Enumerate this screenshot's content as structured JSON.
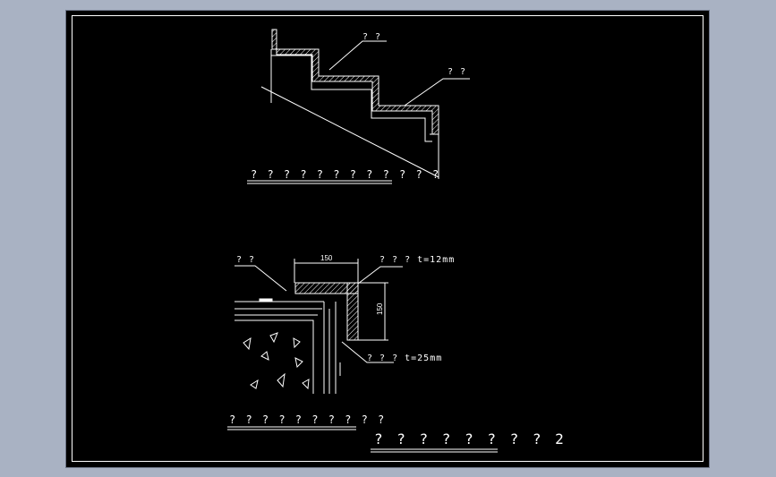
{
  "drawing": {
    "stair_detail": {
      "callout_1": "? ?",
      "callout_2": "? ?",
      "title": "? ? ? ? ? ? ? ? ? ? ? ?"
    },
    "corner_detail": {
      "callout_left": "? ?",
      "callout_top_right": "? ? ? t=12mm",
      "callout_bottom_right": "? ? ? t=25mm",
      "dim_horizontal": "150",
      "dim_vertical": "150",
      "title": "? ? ? ? ? ? ? ? ? ?"
    },
    "sheet_title": "? ? ? ? ? ? ? ? 2"
  },
  "colors": {
    "background": "#000000",
    "linework": "#ffffff",
    "app_backdrop": "#a9b2c3"
  }
}
